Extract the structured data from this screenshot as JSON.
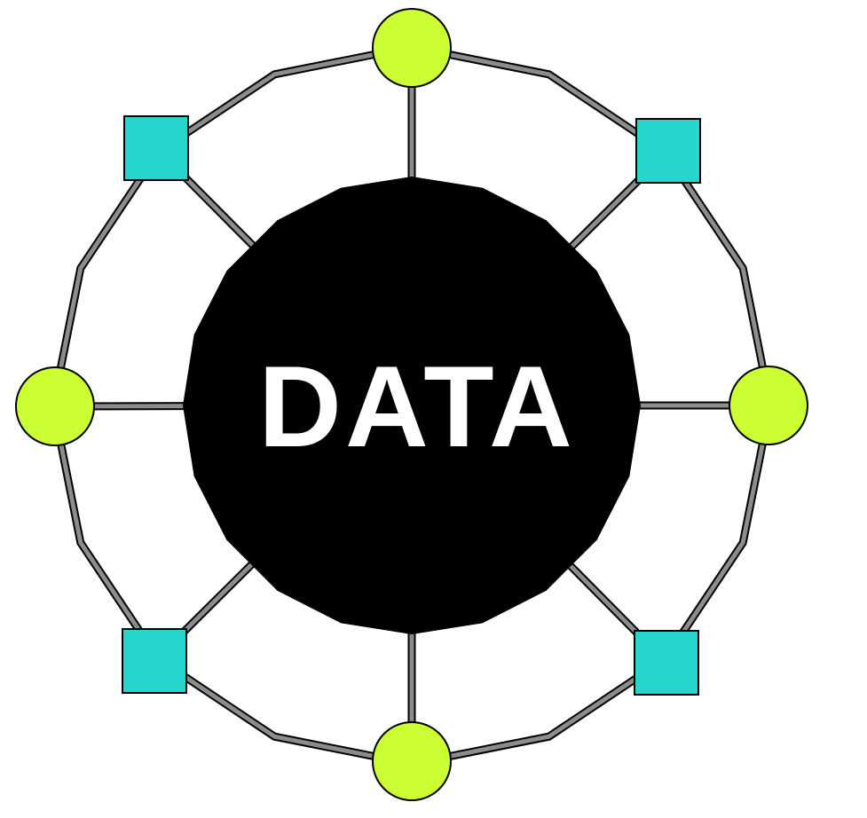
{
  "hub": {
    "label": "DATA",
    "fill_color": "#000000",
    "text_color": "#ffffff"
  },
  "nodes": [
    {
      "shape": "circle",
      "position": "top",
      "color": "#ccff33"
    },
    {
      "shape": "square",
      "position": "top-right",
      "color": "#26d6cc"
    },
    {
      "shape": "circle",
      "position": "right",
      "color": "#ccff33"
    },
    {
      "shape": "square",
      "position": "bottom-right",
      "color": "#26d6cc"
    },
    {
      "shape": "circle",
      "position": "bottom",
      "color": "#ccff33"
    },
    {
      "shape": "square",
      "position": "bottom-left",
      "color": "#26d6cc"
    },
    {
      "shape": "circle",
      "position": "left",
      "color": "#ccff33"
    },
    {
      "shape": "square",
      "position": "top-left",
      "color": "#26d6cc"
    }
  ],
  "connector_color": "#8c8c8c",
  "connector_outline_color": "#000000",
  "node_outline_color": "#000000"
}
